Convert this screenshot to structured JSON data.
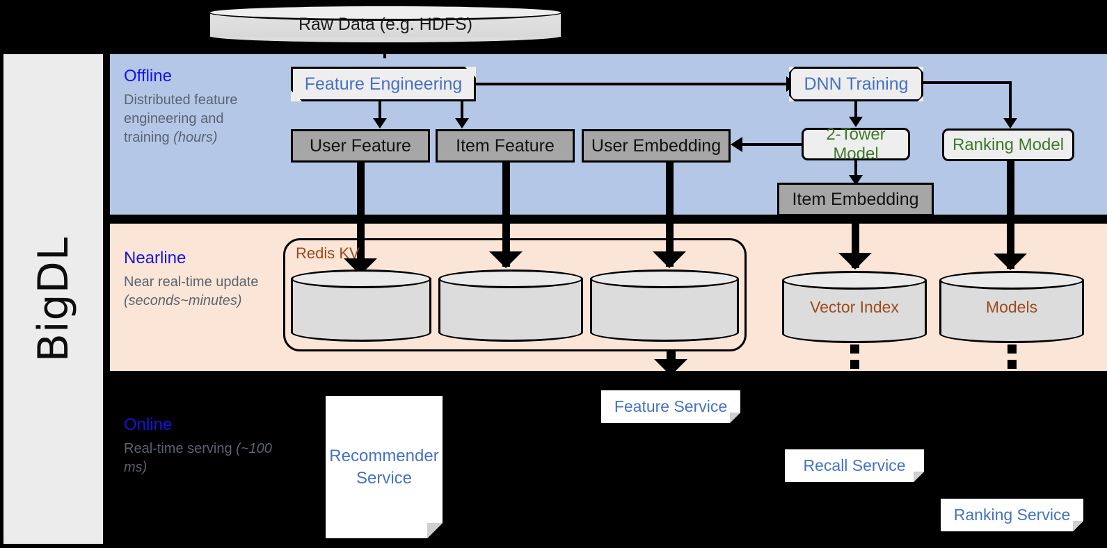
{
  "brand": {
    "label": "BigDL"
  },
  "bands": {
    "offline": {
      "title": "Offline",
      "desc_main": "Distributed feature engineering and training ",
      "desc_em": "(hours)"
    },
    "nearline": {
      "title": "Nearline",
      "desc_main": "Near real-time update ",
      "desc_em": "(seconds~minutes)"
    },
    "online": {
      "title": "Online",
      "desc_main": "Real-time serving ",
      "desc_em": "(~100 ms)"
    }
  },
  "source": {
    "raw_data": "Raw Data (e.g. HDFS)"
  },
  "offline_nodes": {
    "feature_engineering": "Feature Engineering",
    "dnn_training": "DNN Training",
    "user_feature": "User Feature",
    "item_feature": "Item Feature",
    "user_embedding": "User Embedding",
    "two_tower_model": "2-Tower Model",
    "ranking_model": "Ranking Model",
    "item_embedding": "Item Embedding"
  },
  "nearline_nodes": {
    "redis_kv": "Redis KV",
    "vector_index": "Vector Index",
    "models": "Models"
  },
  "online_nodes": {
    "recommender_service": "Recommender Service",
    "feature_service": "Feature Service",
    "recall_service": "Recall Service",
    "ranking_service": "Ranking Service"
  },
  "colors": {
    "offline_band": "#b4c7e7",
    "nearline_band": "#fbe5d6",
    "online_band": "#000000",
    "band_title": "#1414e6",
    "blue_text": "#4472c4",
    "green_text": "#3b7a28",
    "brown_text": "#9c4a1a",
    "grey_store": "#a6a6a6",
    "rail": "#ececec"
  }
}
